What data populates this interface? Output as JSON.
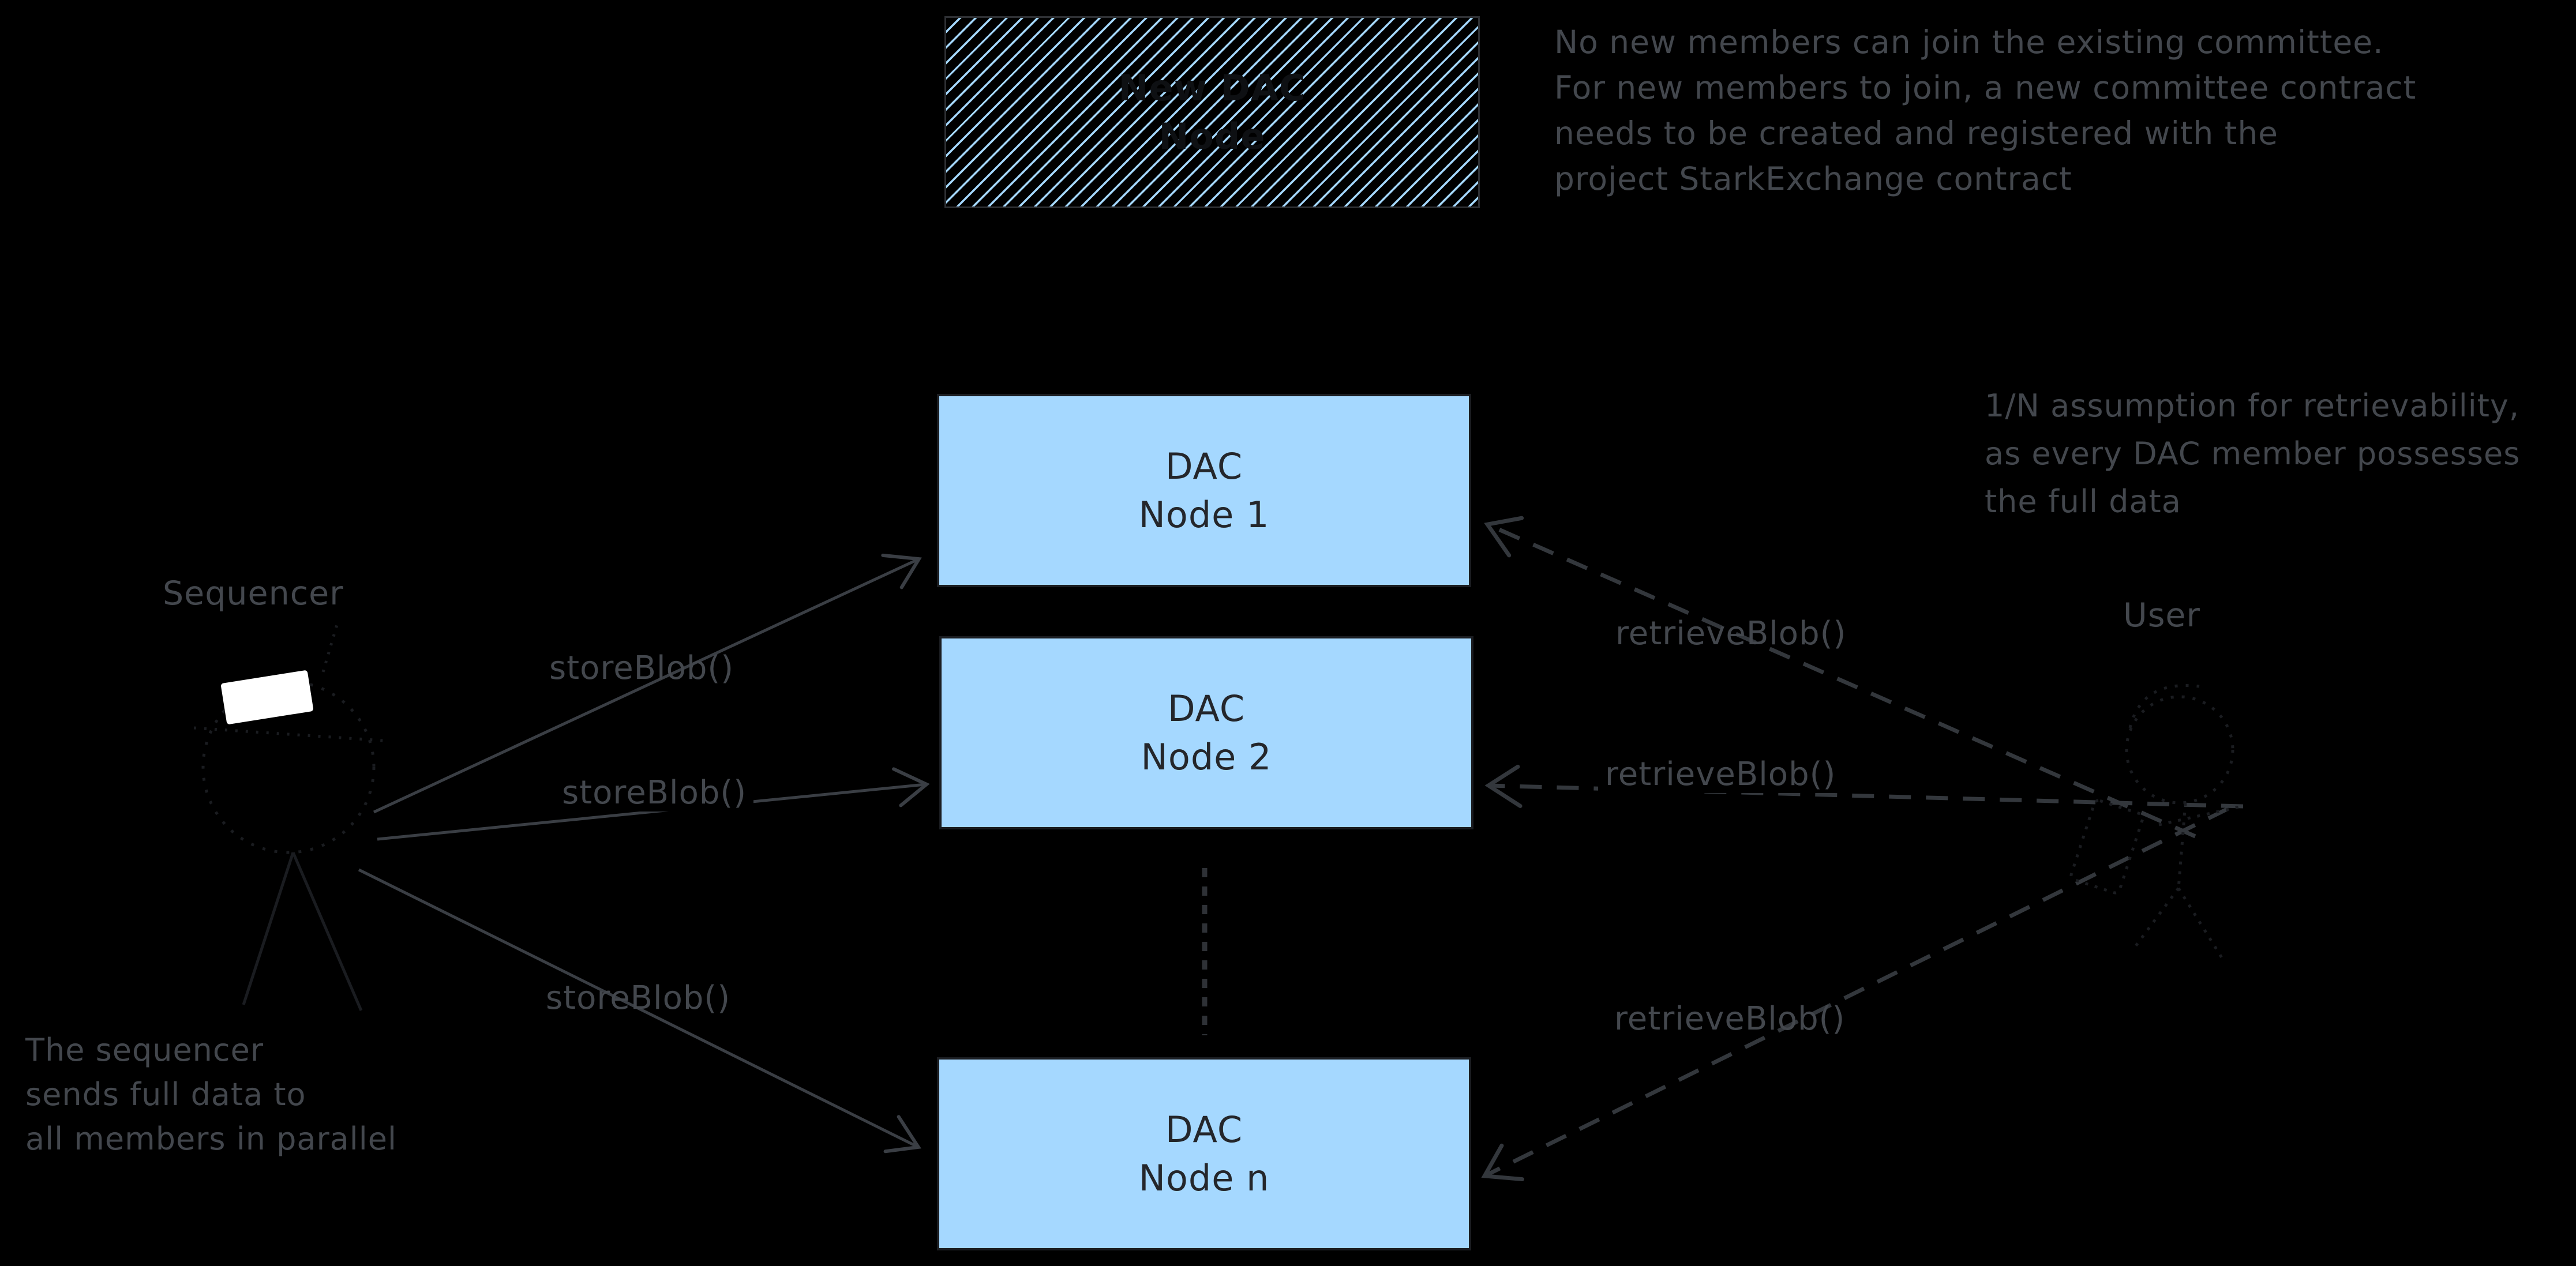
{
  "diagram": {
    "background": "#000000",
    "node_fill_color": "#a5d8ff",
    "annotation_color": "#43474d",
    "visor_color": "#ffffff"
  },
  "boxes": {
    "new_dac": {
      "line1": "New DAC",
      "line2": "Node"
    },
    "node1": {
      "line1": "DAC",
      "line2": "Node 1"
    },
    "node2": {
      "line1": "DAC",
      "line2": "Node 2"
    },
    "node_n": {
      "line1": "DAC",
      "line2": "Node n"
    }
  },
  "actors": {
    "sequencer_label": "Sequencer",
    "user_label": "User"
  },
  "edges": {
    "store_blob_1": "storeBlob()",
    "store_blob_2": "storeBlob()",
    "store_blob_3": "storeBlob()",
    "retrieve_blob_1": "retrieveBlob()",
    "retrieve_blob_2": "retrieveBlob()",
    "retrieve_blob_3": "retrieveBlob()"
  },
  "notes": {
    "committee": {
      "lines": [
        "No new members can join the existing committee.",
        "For new members to join, a new committee contract",
        "needs to be created and registered with the",
        "project StarkExchange contract"
      ]
    },
    "retrievability": {
      "lines": [
        "1/N assumption for retrievability,",
        "as every DAC member possesses",
        "the full data"
      ]
    },
    "sequencer": {
      "lines": [
        "The sequencer",
        "sends full data to",
        "all members in parallel"
      ]
    }
  }
}
